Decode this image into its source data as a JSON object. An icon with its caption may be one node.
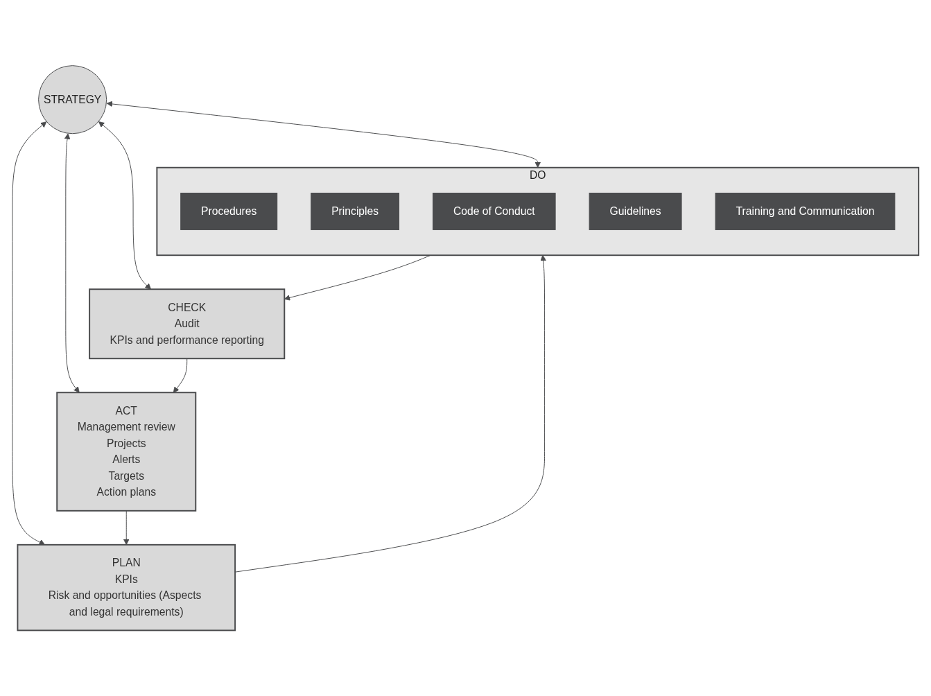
{
  "diagram": {
    "nodes": [
      {
        "text": [
          "PLAN",
          "KPIs",
          "Risk and opportunities (Aspects and legal requirements)"
        ]
      },
      {
        "text": [
          "DO"
        ]
      },
      {
        "text": [
          "Procedures"
        ],
        "in": 1
      },
      {
        "text": [
          "Principles"
        ],
        "in": 1
      },
      {
        "text": [
          "Code of Conduct"
        ],
        "in": 1
      },
      {
        "text": [
          "Guidelines"
        ],
        "in": 1
      },
      {
        "text": [
          "Training and Communication"
        ],
        "in": 1
      },
      {
        "text": [
          "ACT",
          "Management review",
          "Projects",
          "Alerts",
          "Targets",
          "Action plans"
        ]
      },
      {
        "text": [
          "STRATEGY"
        ]
      },
      {
        "text": [
          "CHECK",
          "Audit",
          "KPIs and performance reporting"
        ]
      }
    ],
    "edges": [
      {
        "from": 8,
        "to": 0,
        "arrow": "both"
      },
      {
        "from": 8,
        "to": 1,
        "arrow": "both"
      },
      {
        "from": 8,
        "to": 9,
        "arrow": "both"
      },
      {
        "from": 8,
        "to": 7,
        "arrow": "both"
      },
      {
        "from": 0,
        "to": 1,
        "arrow": "to"
      },
      {
        "from": 1,
        "to": 9,
        "arrow": "to"
      },
      {
        "from": 9,
        "to": 7,
        "arrow": "to"
      },
      {
        "from": 7,
        "to": 0,
        "arrow": "to"
      }
    ]
  }
}
